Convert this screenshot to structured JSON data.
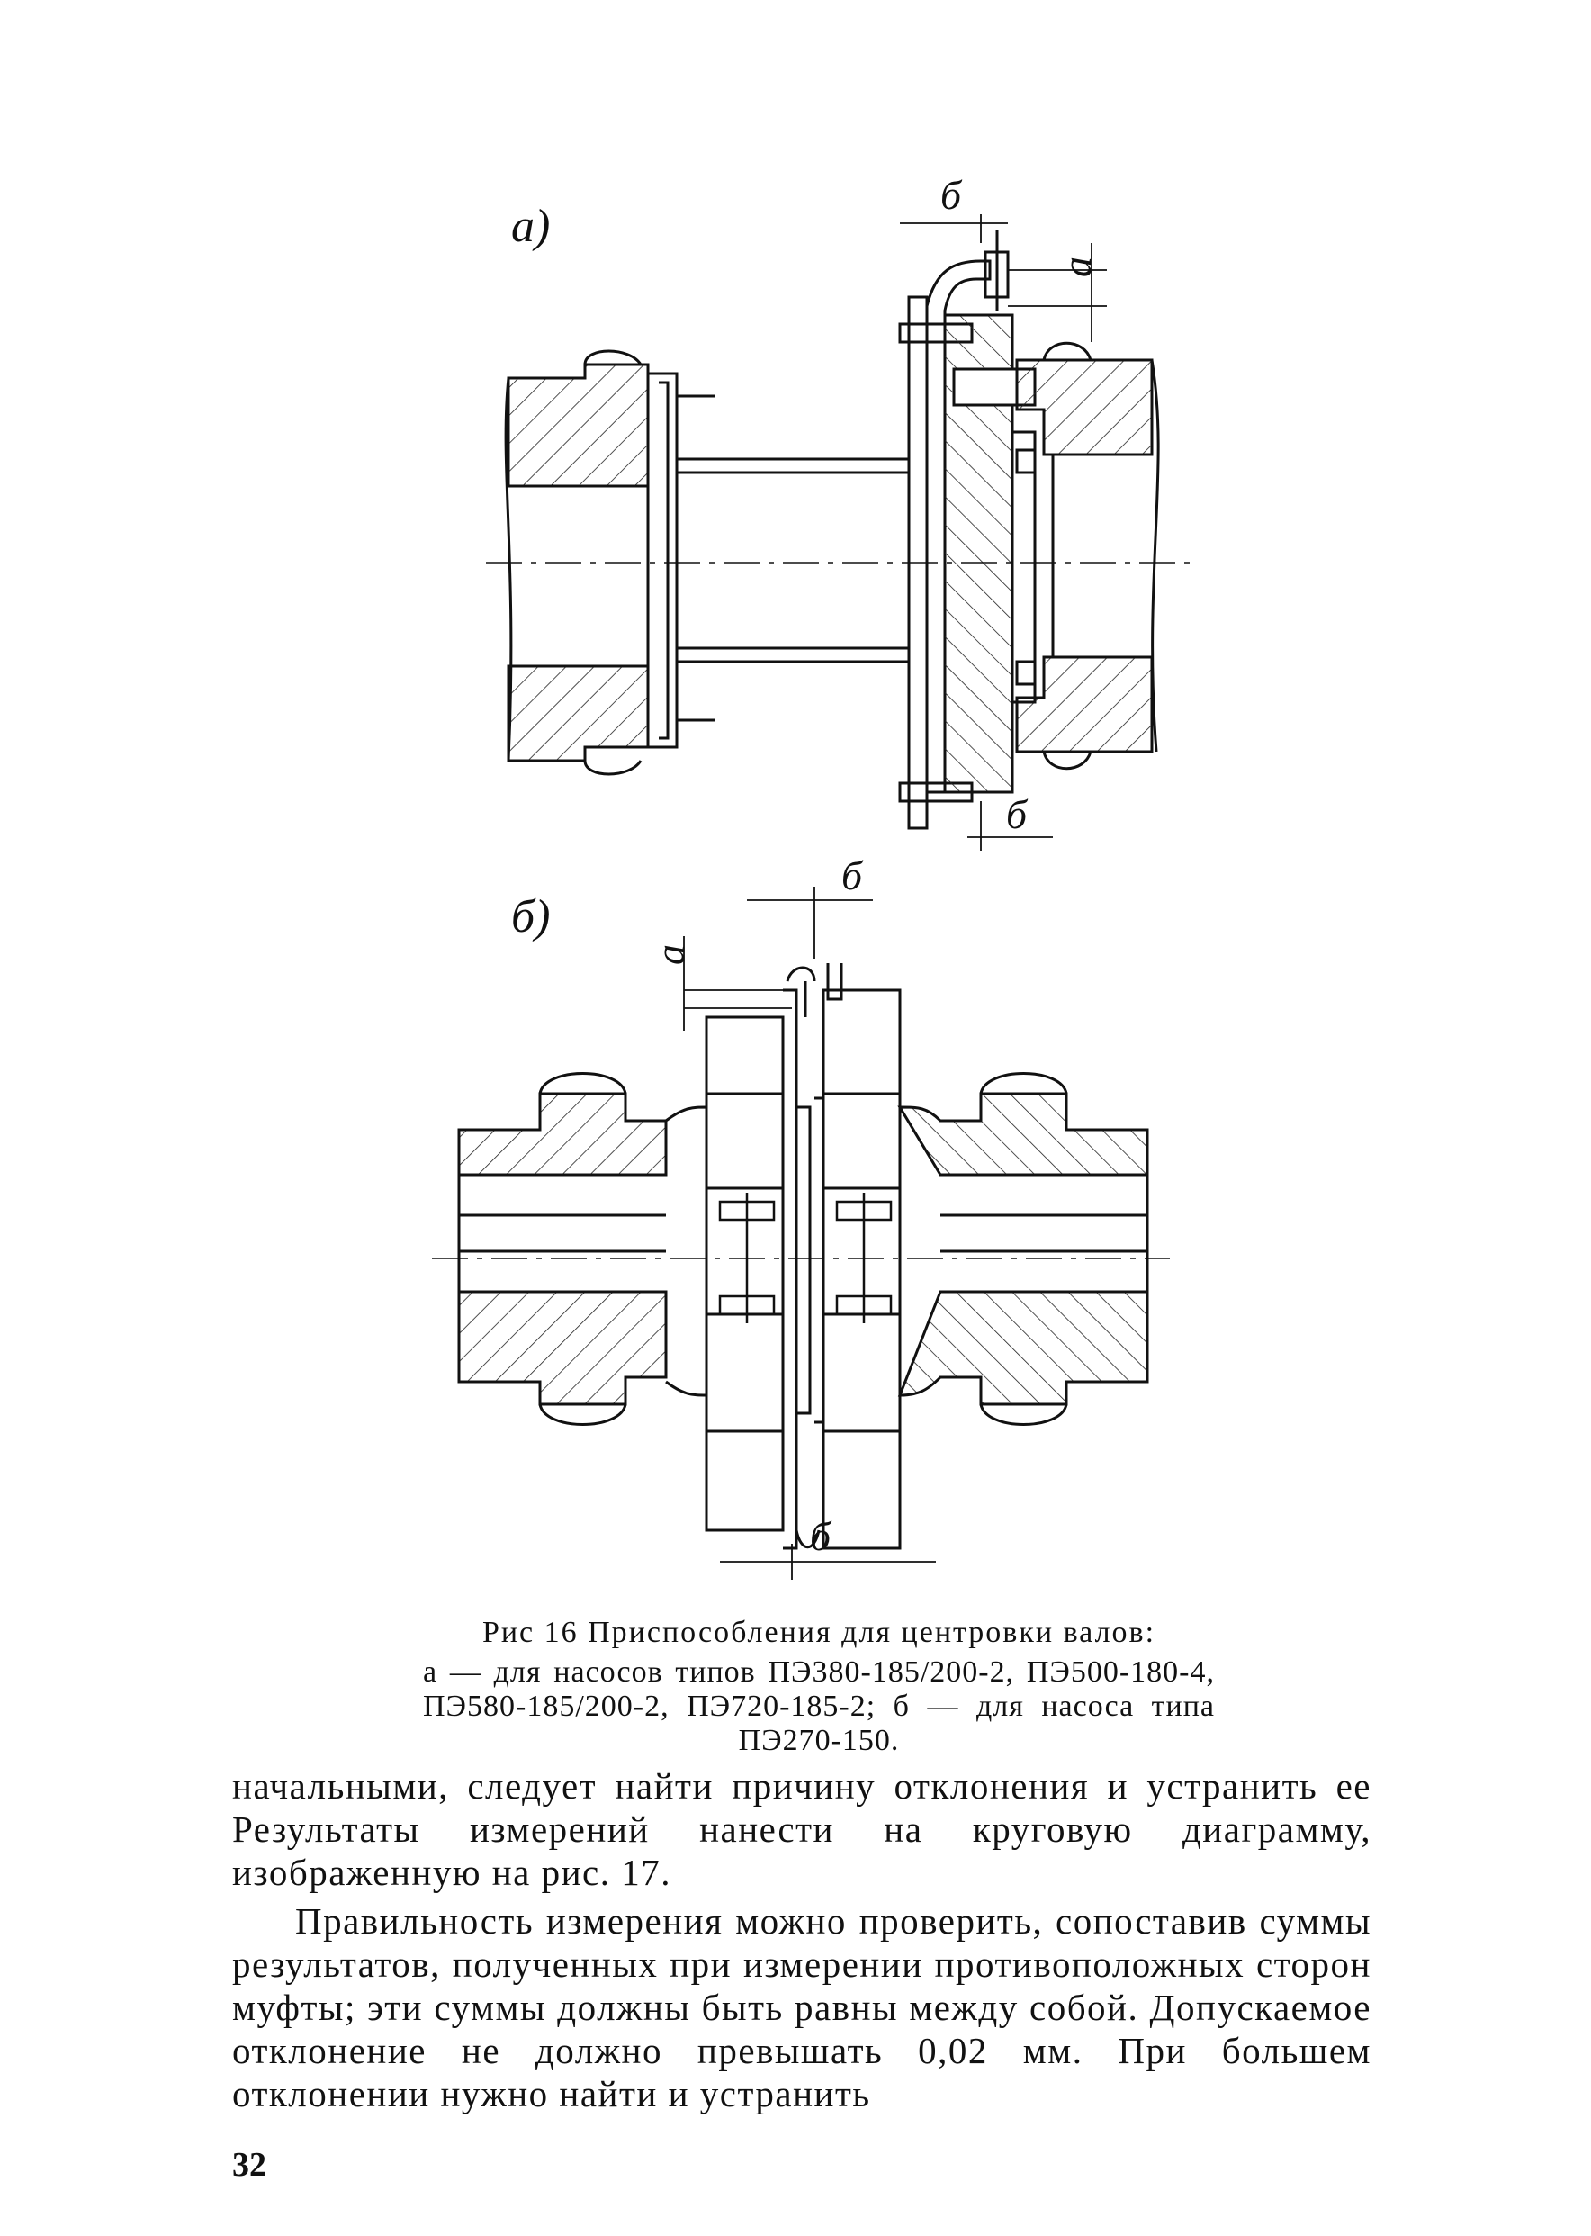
{
  "figure": {
    "label_a": "а)",
    "label_b": "б)",
    "dim_a": "а",
    "dim_b": "б"
  },
  "caption": {
    "title": "Рис 16 Приспособления для центровки валов:",
    "body": "а — для насосов типов ПЭ380-185/200-2, ПЭ500-180-4, ПЭ580-185/200-2, ПЭ720-185-2; б — для насоса типа ПЭ270-150."
  },
  "text": {
    "paragraph1": "начальными, следует найти причину отклонения и устранить ее Результаты измерений нанести на круговую диаграмму, изображенную на рис. 17.",
    "paragraph2": "Правильность измерения можно проверить, сопоставив суммы результатов, полученных при измерении противоположных сторон муфты; эти суммы должны быть равны между собой. Допускаемое отклонение не должно превышать 0,02 мм. При большем отклонении нужно найти и устранить"
  },
  "page_number": "32"
}
